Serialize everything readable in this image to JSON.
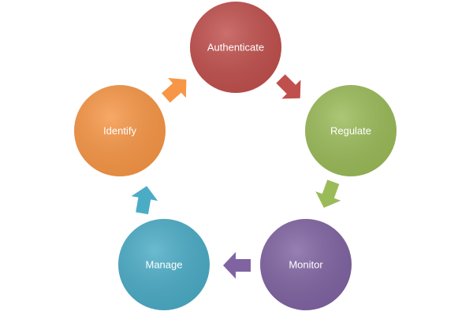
{
  "diagram": {
    "type": "cycle",
    "nodes": [
      {
        "id": "authenticate",
        "label": "Authenticate",
        "color": "#C0504D"
      },
      {
        "id": "regulate",
        "label": "Regulate",
        "color": "#9BBB59"
      },
      {
        "id": "monitor",
        "label": "Monitor",
        "color": "#8064A2"
      },
      {
        "id": "manage",
        "label": "Manage",
        "color": "#4BACC6"
      },
      {
        "id": "identify",
        "label": "Identify",
        "color": "#F79646"
      }
    ],
    "edges": [
      {
        "from": "authenticate",
        "to": "regulate",
        "color": "#C0504D"
      },
      {
        "from": "regulate",
        "to": "monitor",
        "color": "#9BBB59"
      },
      {
        "from": "monitor",
        "to": "manage",
        "color": "#8064A2"
      },
      {
        "from": "manage",
        "to": "identify",
        "color": "#4BACC6"
      },
      {
        "from": "identify",
        "to": "authenticate",
        "color": "#F79646"
      }
    ]
  }
}
